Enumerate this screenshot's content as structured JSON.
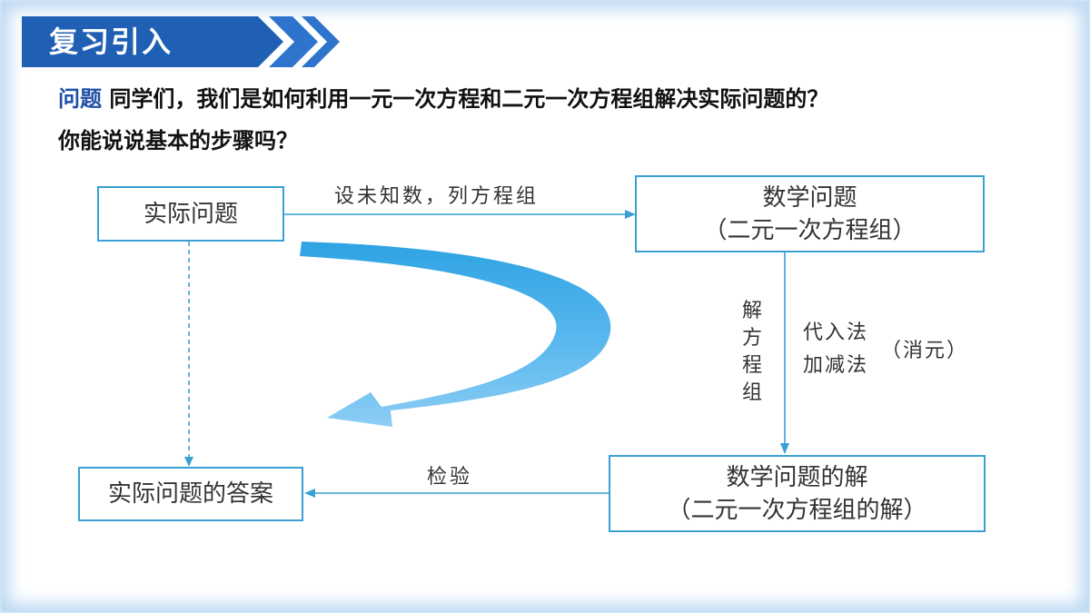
{
  "header": {
    "title": "复习引入"
  },
  "question": {
    "label": "问题",
    "line1": " 同学们，我们是如何利用一元一次方程和二元一次方程组解决实际问题的？",
    "line2": "你能说说基本的步骤吗？"
  },
  "diagram": {
    "box_actual_problem": "实际问题",
    "box_math_problem_line1": "数学问题",
    "box_math_problem_line2": "（二元一次方程组）",
    "box_math_solution_line1": "数学问题的解",
    "box_math_solution_line2": "（二元一次方程组的解）",
    "box_answer": "实际问题的答案",
    "arrow_top_label": "设未知数，列方程组",
    "solve_chars": [
      "解",
      "方",
      "程",
      "组"
    ],
    "method1": "代入法",
    "method2": "加减法",
    "elimination": "（消元）",
    "check_label": "检验"
  },
  "colors": {
    "banner": "#1f5fb4",
    "box_border": "#3aa0d3",
    "curved_arrow": "#2ea3e3"
  }
}
